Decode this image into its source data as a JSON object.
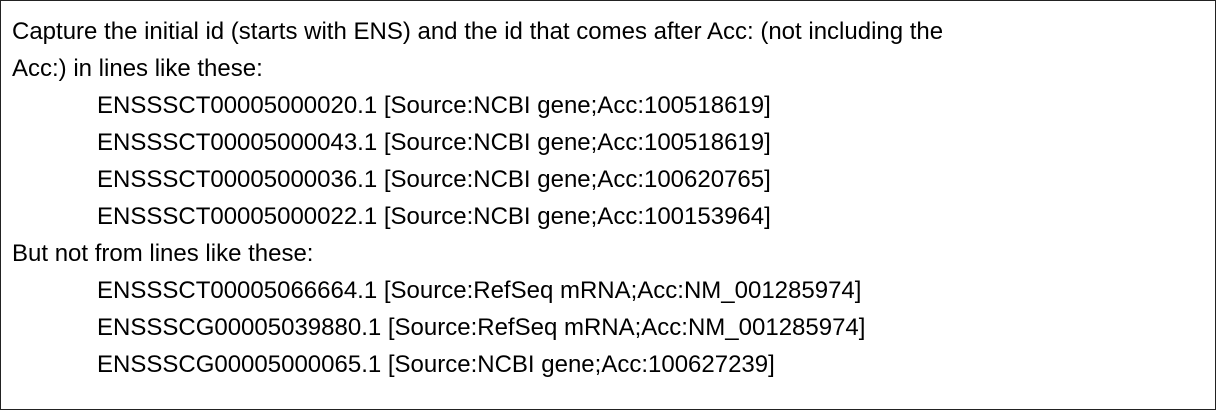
{
  "intro": {
    "line1": "Capture the initial id (starts with ENS) and the id that comes after Acc: (not including the",
    "line2": "Acc:) in lines like these:"
  },
  "positive_examples": [
    "ENSSSCT00005000020.1 [Source:NCBI gene;Acc:100518619]",
    "ENSSSCT00005000043.1 [Source:NCBI gene;Acc:100518619]",
    "ENSSSCT00005000036.1 [Source:NCBI gene;Acc:100620765]",
    "ENSSSCT00005000022.1 [Source:NCBI gene;Acc:100153964]"
  ],
  "exclusion_heading": "But not from lines like these:",
  "negative_examples": [
    "ENSSSCT00005066664.1 [Source:RefSeq mRNA;Acc:NM_001285974]",
    "ENSSSCG00005039880.1 [Source:RefSeq mRNA;Acc:NM_001285974]",
    "ENSSSCG00005000065.1 [Source:NCBI gene;Acc:100627239]"
  ]
}
